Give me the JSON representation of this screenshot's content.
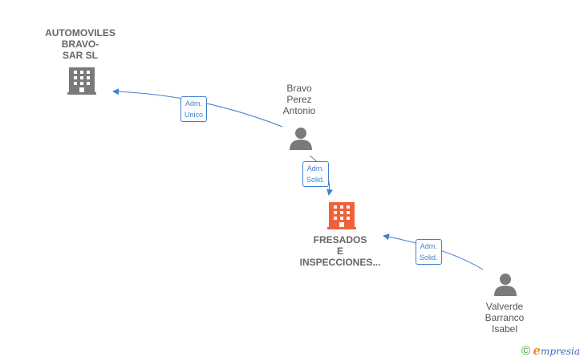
{
  "nodes": {
    "automoviles": {
      "lines": [
        "AUTOMOVILES",
        "BRAVO-",
        "SAR SL"
      ],
      "kind": "company"
    },
    "bravo": {
      "lines": [
        "Bravo",
        "Perez",
        "Antonio"
      ],
      "kind": "person"
    },
    "fresados": {
      "lines": [
        "FRESADOS",
        "E",
        "INSPECCIONES..."
      ],
      "kind": "company-focus"
    },
    "valverde": {
      "lines": [
        "Valverde",
        "Barranco",
        "Isabel"
      ],
      "kind": "person"
    }
  },
  "edges": [
    {
      "from": "bravo",
      "to": "automoviles",
      "lines": [
        "Adm.",
        "Unico"
      ]
    },
    {
      "from": "bravo",
      "to": "fresados",
      "lines": [
        "Adm.",
        "Solid."
      ]
    },
    {
      "from": "valverde",
      "to": "fresados",
      "lines": [
        "Adm.",
        "Solid."
      ]
    }
  ],
  "colors": {
    "company_icon": "#7a7a7a",
    "focus_icon": "#f0613a",
    "person_icon": "#7a7a7a",
    "edge": "#3f7fd1"
  },
  "icons": {
    "company": "building-icon",
    "person": "person-icon"
  },
  "brand": {
    "copyright": "©",
    "e": "e",
    "rest": "mpresia"
  }
}
